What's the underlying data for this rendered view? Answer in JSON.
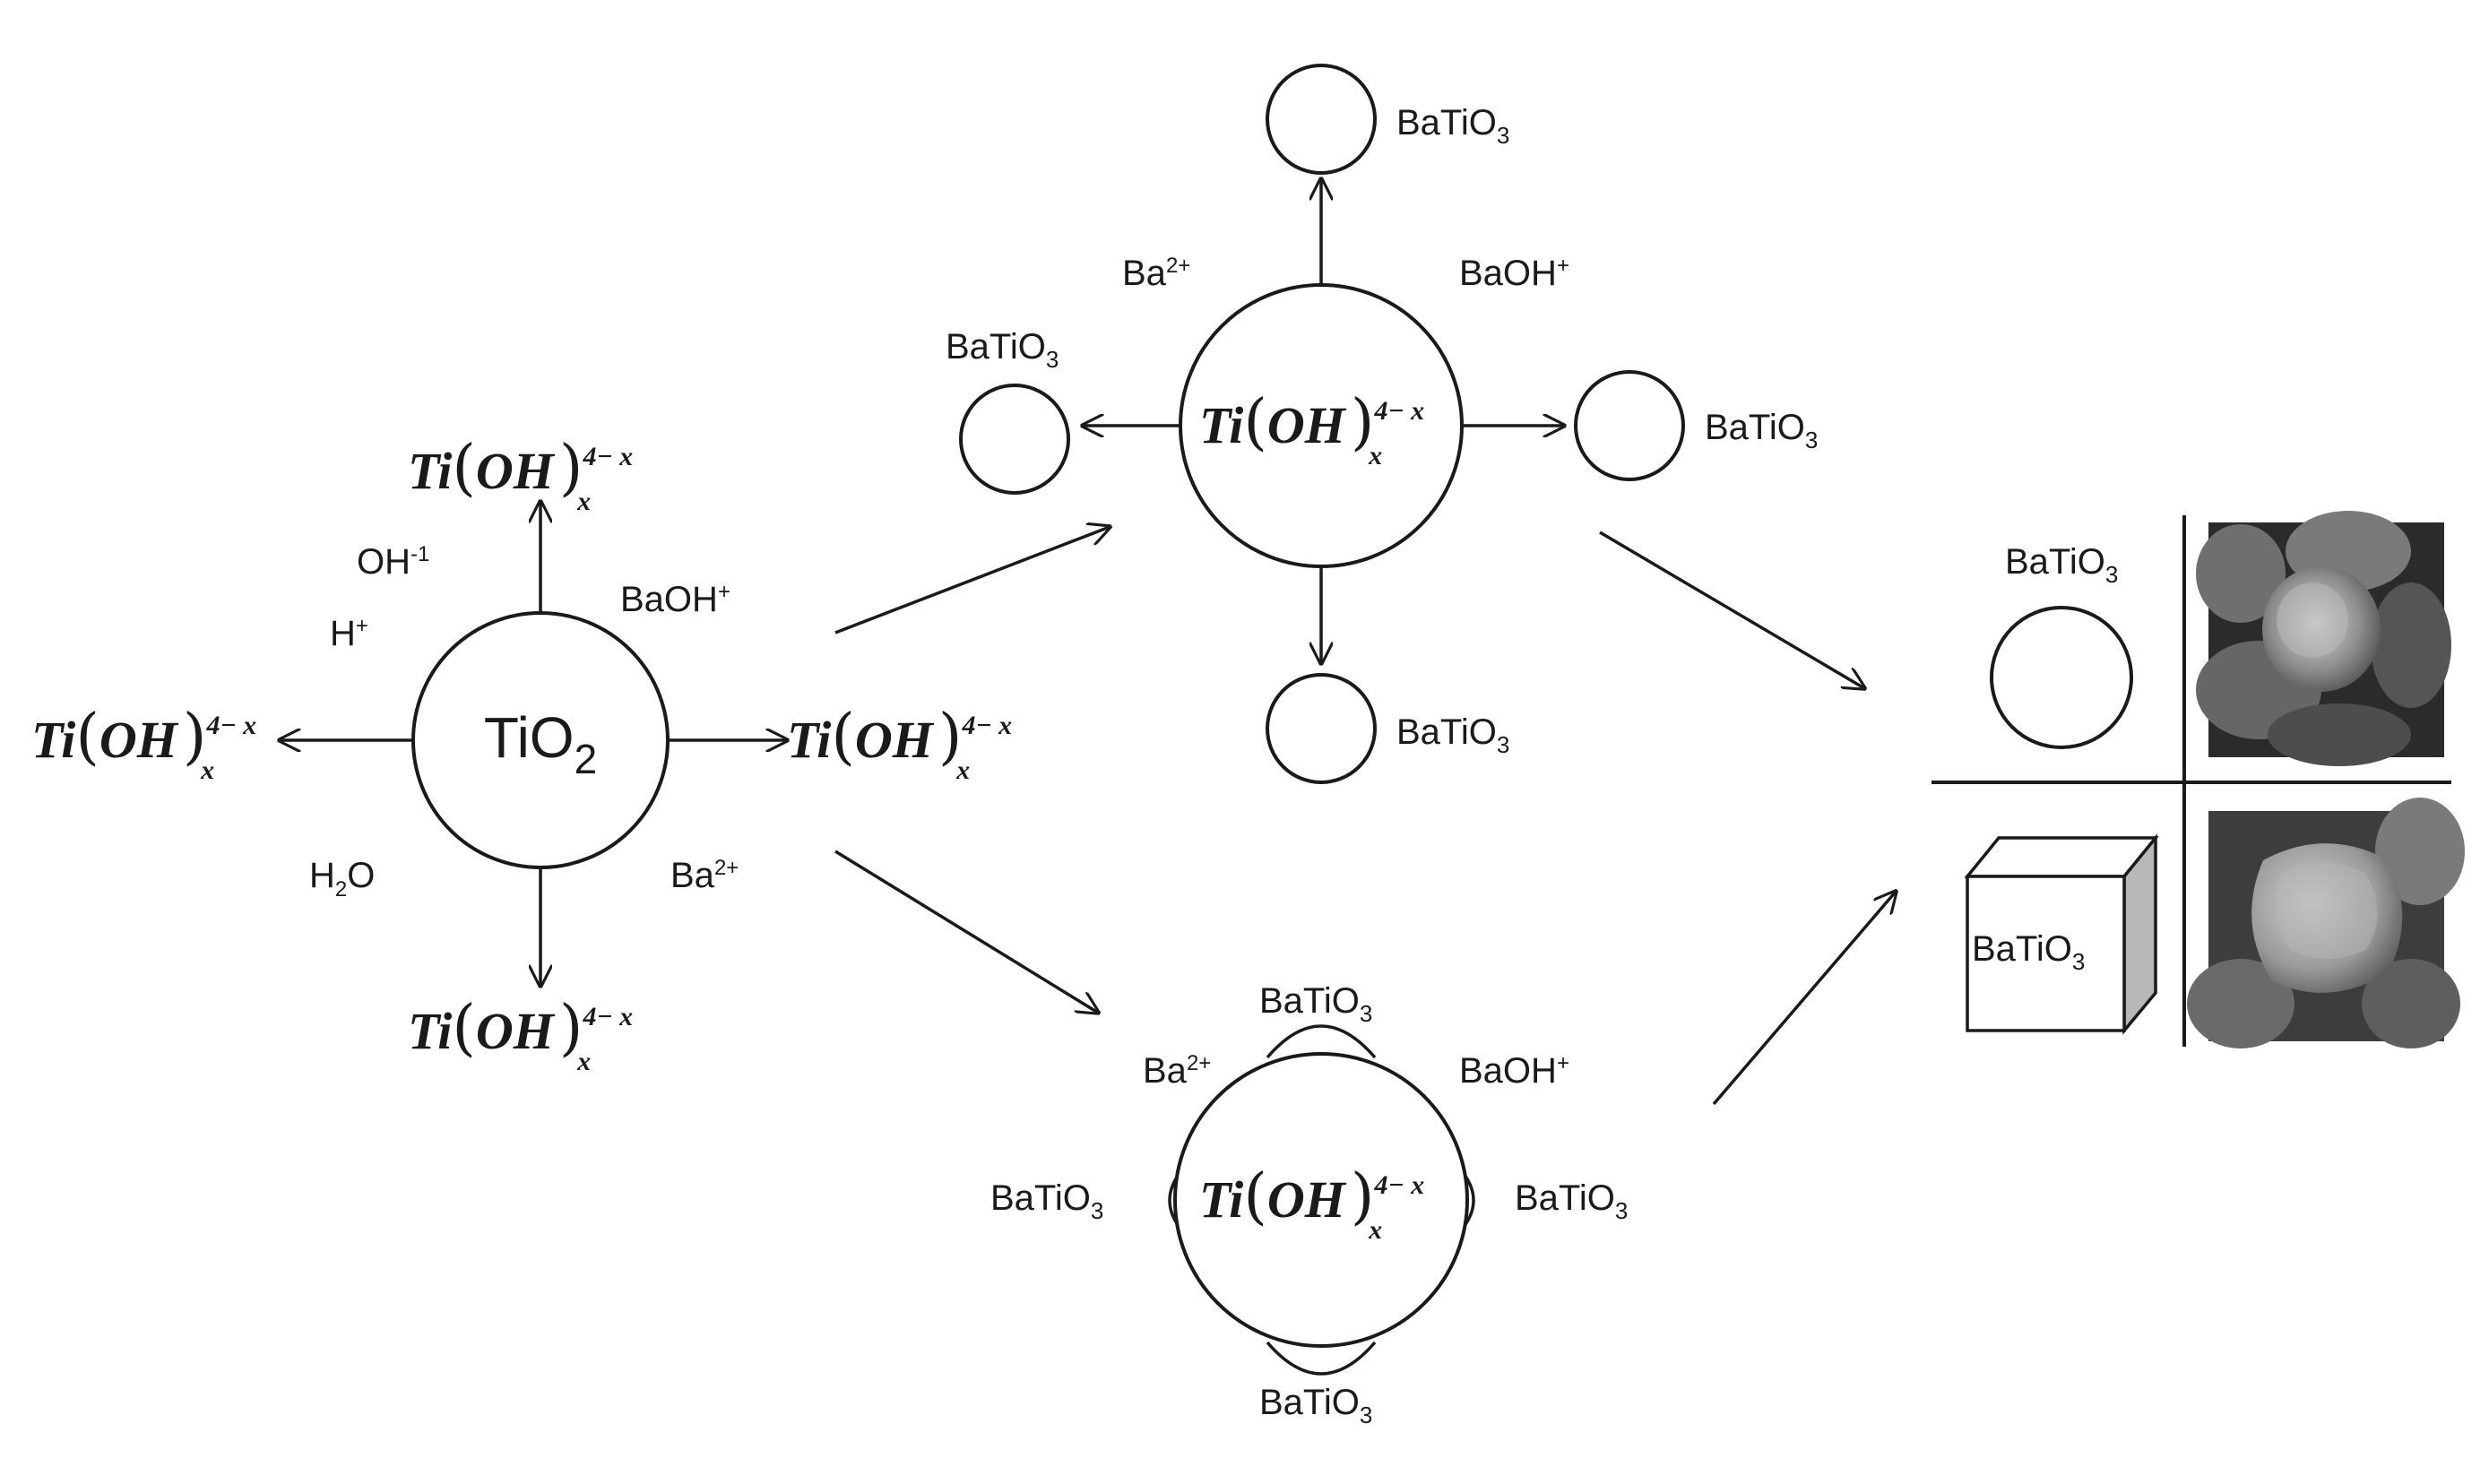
{
  "species": {
    "center_core": "TiO",
    "center_core_sub": "2",
    "product": "BaTiO",
    "product_sub": "3",
    "hydroxide": {
      "ti": "Ti",
      "oh": "OH",
      "sup": "4− x",
      "sub": "x"
    }
  },
  "ions": {
    "oh_minus": "OH",
    "oh_minus_sup": "-1",
    "h_plus": "H",
    "h_plus_sup": "+",
    "baoh_plus": "BaOH",
    "baoh_plus_sup": "+",
    "ba2_plus": "Ba",
    "ba2_plus_sup": "2+",
    "water": "H",
    "water_sub": "2",
    "water_tail": "O"
  },
  "micrographs": {
    "top": "sem-spherical-particles",
    "bottom": "sem-cubic-particles"
  },
  "colors": {
    "stroke": "#1a1a1a",
    "cube_side": "#b8b8b8",
    "sem_dark": "#2b2b2b",
    "sem_light": "#c9c9c9"
  }
}
